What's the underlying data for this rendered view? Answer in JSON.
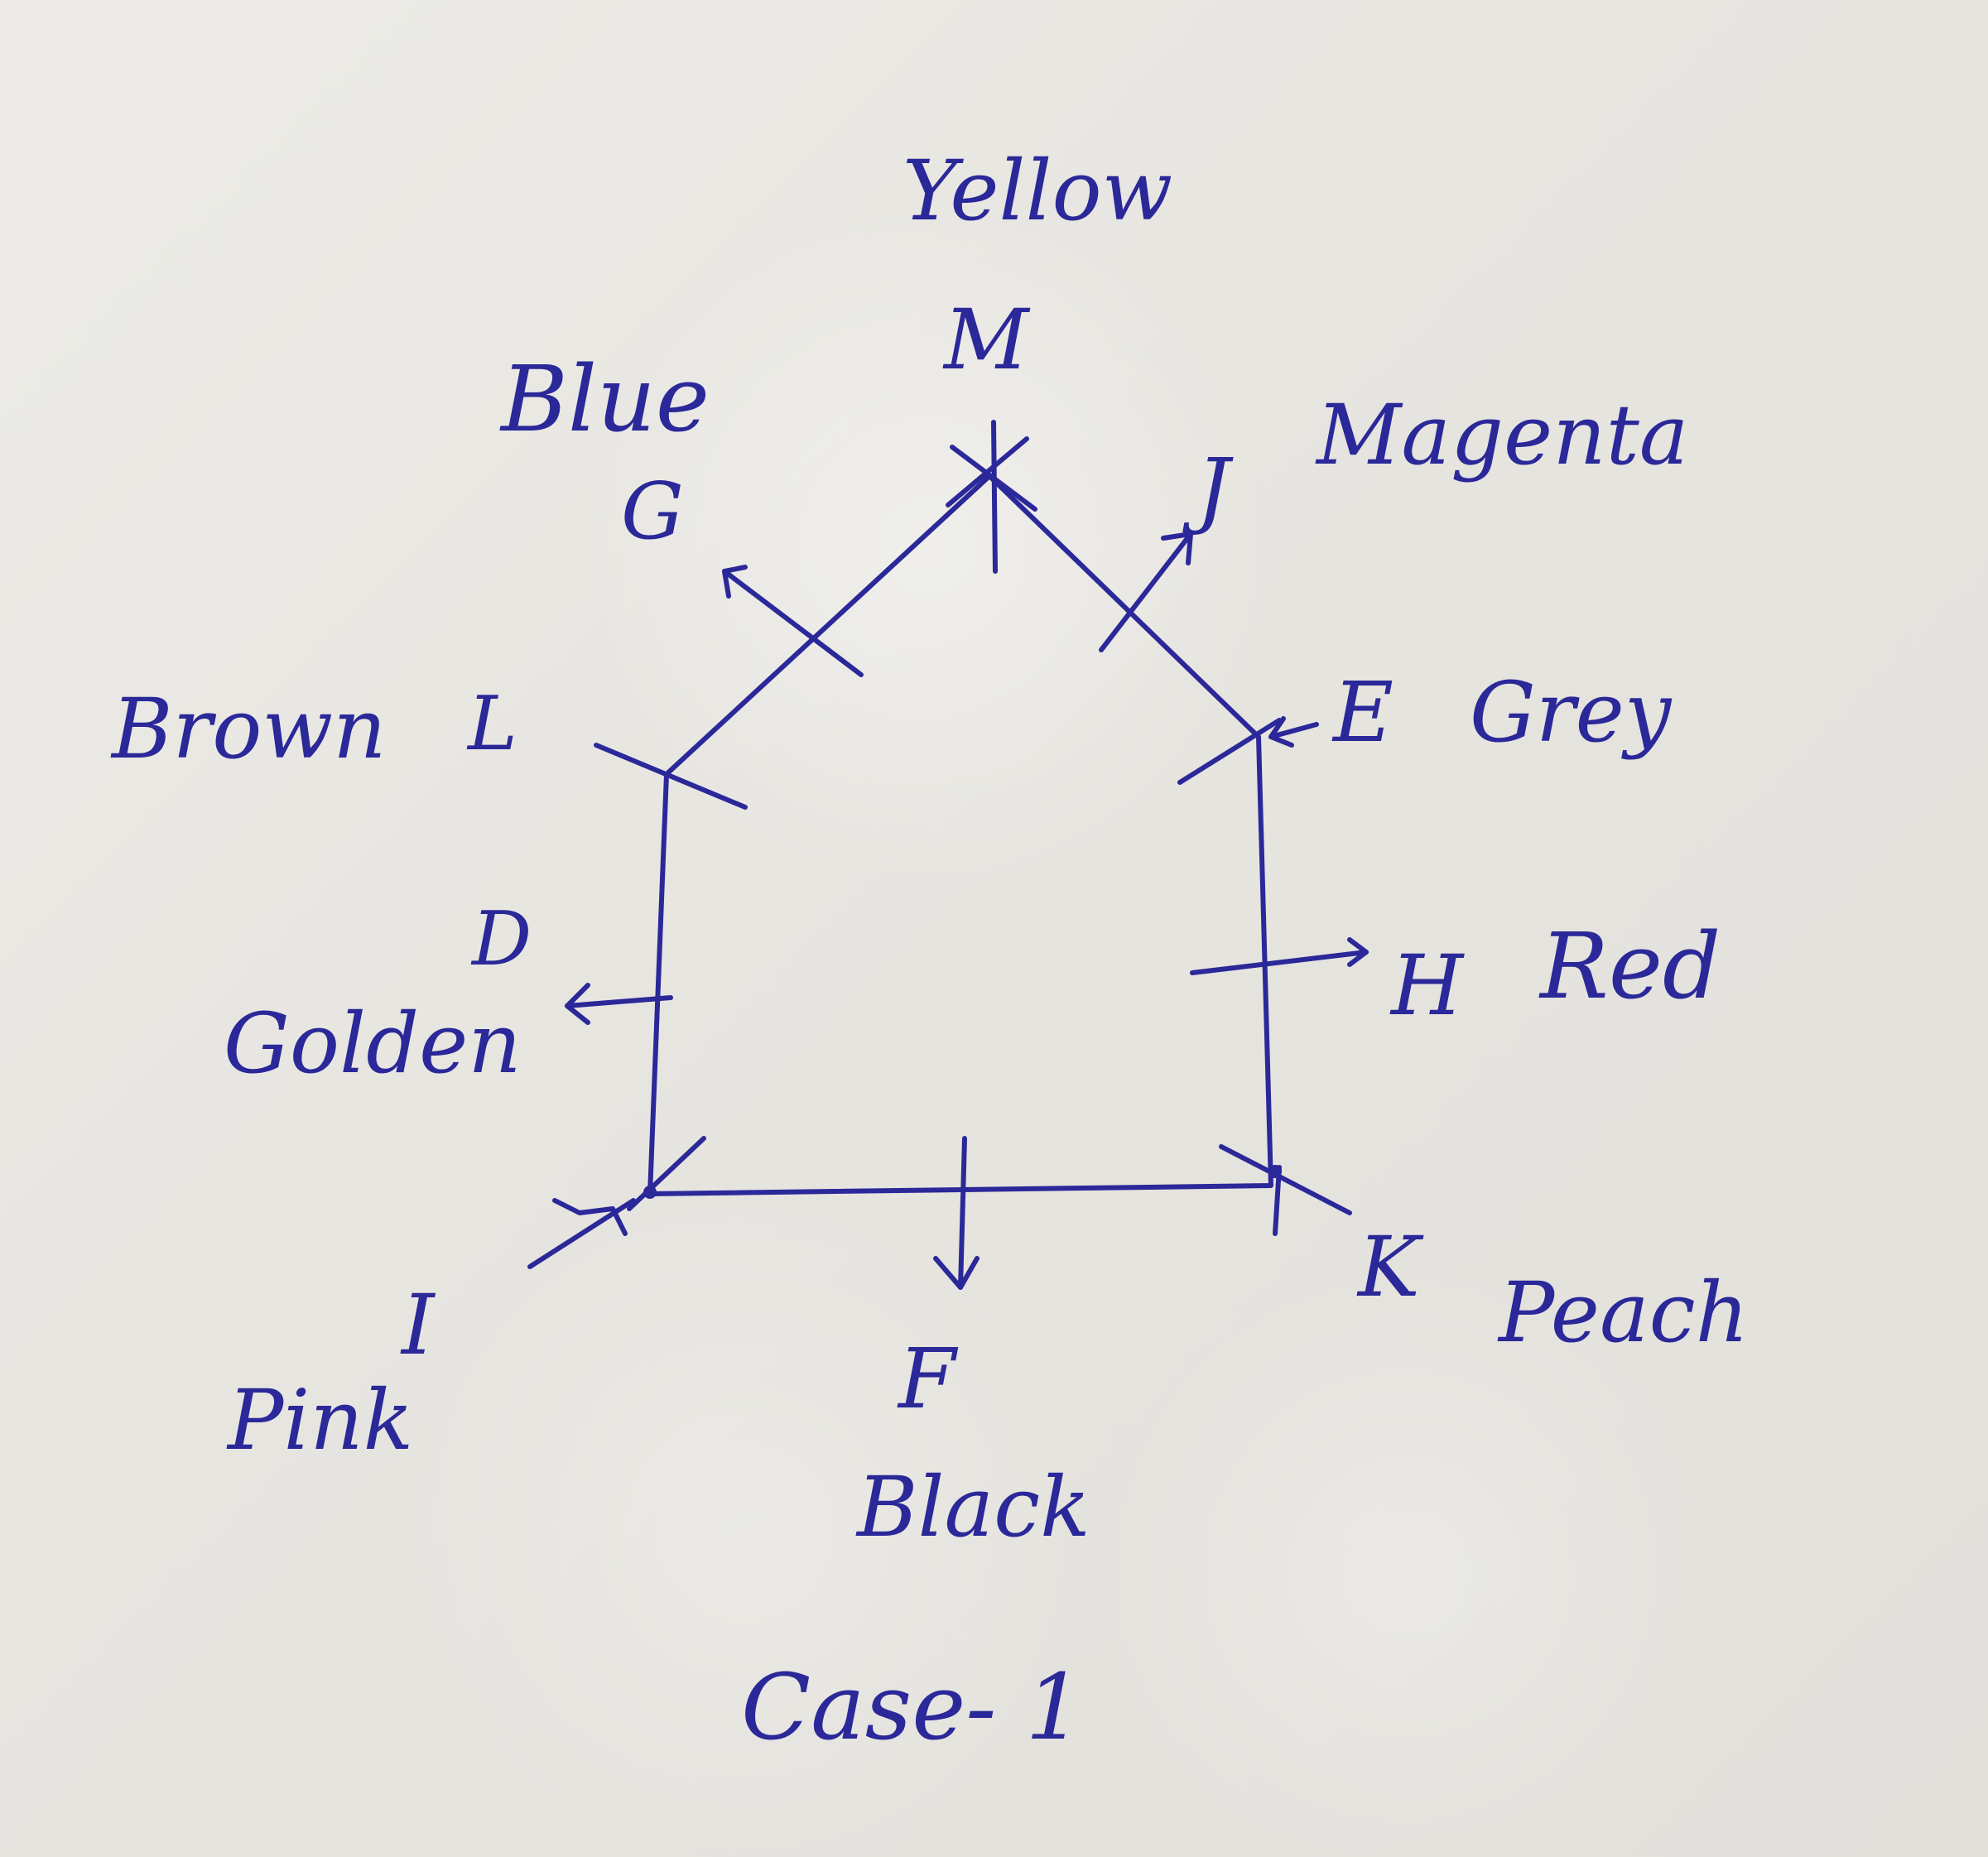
{
  "colors": {
    "ink": "#2b2899",
    "paper": "#e9e7e2"
  },
  "nodes": [
    {
      "id": "M",
      "color": "Yellow"
    },
    {
      "id": "J",
      "color": "Magenta"
    },
    {
      "id": "E",
      "color": "Grey"
    },
    {
      "id": "H",
      "color": "Red"
    },
    {
      "id": "K",
      "color": "Peach"
    },
    {
      "id": "F",
      "color": "Black"
    },
    {
      "id": "I",
      "color": "Pink"
    },
    {
      "id": "D",
      "color": "Golden"
    },
    {
      "id": "L",
      "color": "Brown"
    },
    {
      "id": "G",
      "color": "Blue"
    }
  ],
  "caption": "Case- 1"
}
